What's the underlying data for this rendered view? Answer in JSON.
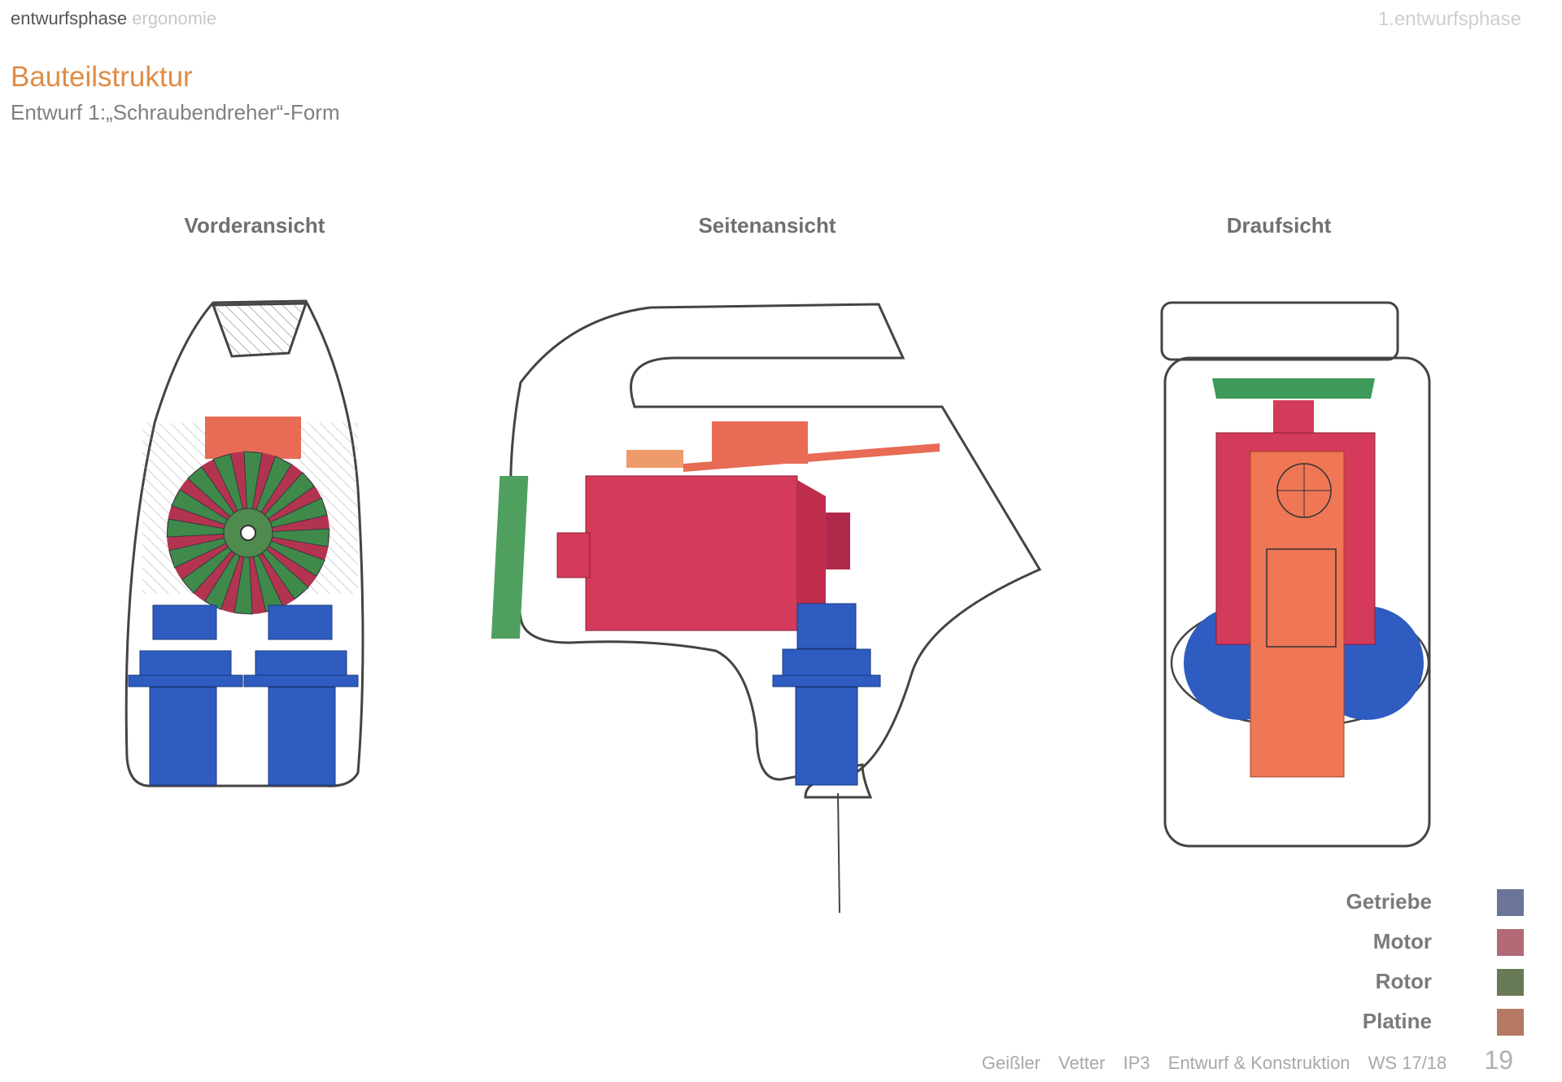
{
  "header": {
    "section": "entwurfsphase",
    "section_sub": "ergonomie",
    "phase": "1.entwurfsphase"
  },
  "title": "Bauteilstruktur",
  "subtitle": "Entwurf 1:„Schraubendreher“-Form",
  "views": [
    {
      "label": "Vorderansicht"
    },
    {
      "label": "Seitenansicht"
    },
    {
      "label": "Draufsicht"
    }
  ],
  "legend": [
    {
      "label": "Getriebe",
      "color": "#6b7599"
    },
    {
      "label": "Motor",
      "color": "#b36a77"
    },
    {
      "label": "Rotor",
      "color": "#687a55"
    },
    {
      "label": "Platine",
      "color": "#b57862"
    }
  ],
  "footer": {
    "authors": [
      "Geißler",
      "Vetter"
    ],
    "course": "IP3",
    "subject": "Entwurf & Konstruktion",
    "semester": "WS 17/18",
    "page": "19"
  }
}
